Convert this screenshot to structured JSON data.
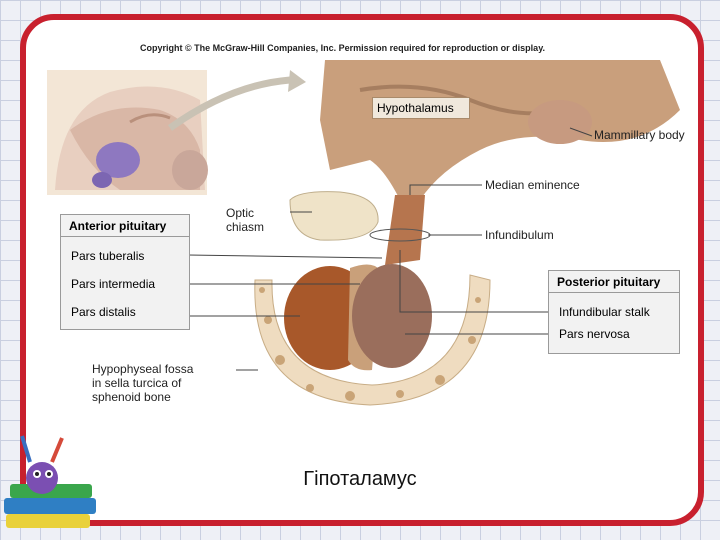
{
  "copyright": "Copyright © The McGraw-Hill Companies, Inc. Permission required for reproduction or display.",
  "labels": {
    "hypothalamus": "Hypothalamus",
    "mammillary_body": "Mammillary body",
    "median_eminence": "Median eminence",
    "optic_chiasm_1": "Optic",
    "optic_chiasm_2": "chiasm",
    "infundibulum": "Infundibulum",
    "fossa_1": "Hypophyseal fossa",
    "fossa_2": "in sella turcica of",
    "fossa_3": "sphenoid bone"
  },
  "anterior": {
    "title": "Anterior pituitary",
    "items": [
      "Pars tuberalis",
      "Pars intermedia",
      "Pars distalis"
    ]
  },
  "posterior": {
    "title": "Posterior pituitary",
    "items": [
      "Infundibular stalk",
      "Pars nervosa"
    ]
  },
  "caption": "Гіпоталамус",
  "colors": {
    "frame": "#c8202e",
    "tissue": "#c99f7c",
    "anterior_lobe": "#a8582a",
    "posterior_lobe": "#9a6e5c",
    "bone": "#efdcc0"
  }
}
